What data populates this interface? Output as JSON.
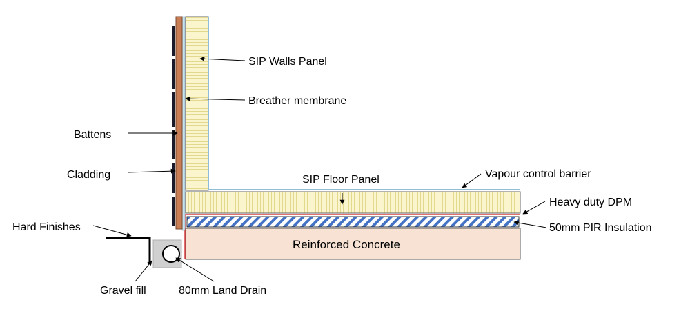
{
  "labels": {
    "sip_walls_panel": "SIP Walls Panel",
    "breather_membrane": "Breather membrane",
    "battens": "Battens",
    "cladding": "Cladding",
    "sip_floor_panel": "SIP Floor Panel",
    "vapour_control_barrier": "Vapour control barrier",
    "heavy_duty_dpm": "Heavy duty DPM",
    "pir_insulation": "50mm PIR Insulation",
    "reinforced_concrete": "Reinforced Concrete",
    "hard_finishes": "Hard Finishes",
    "gravel_fill": "Gravel fill",
    "land_drain": "80mm Land Drain"
  },
  "colors": {
    "sip_panel_fill": "#fbf5cd",
    "sip_panel_hatch": "#e2d88e",
    "membrane": "#c5e2ee",
    "vapour_barrier": "#8fbcd8",
    "cladding": "#c87d55",
    "batten": "#1a1a2a",
    "concrete": "#f7e2d3",
    "dpm": "#d94040",
    "insulation_stripe": "#4472c4",
    "gravel": "#d0d0d0",
    "outline": "#444444"
  }
}
